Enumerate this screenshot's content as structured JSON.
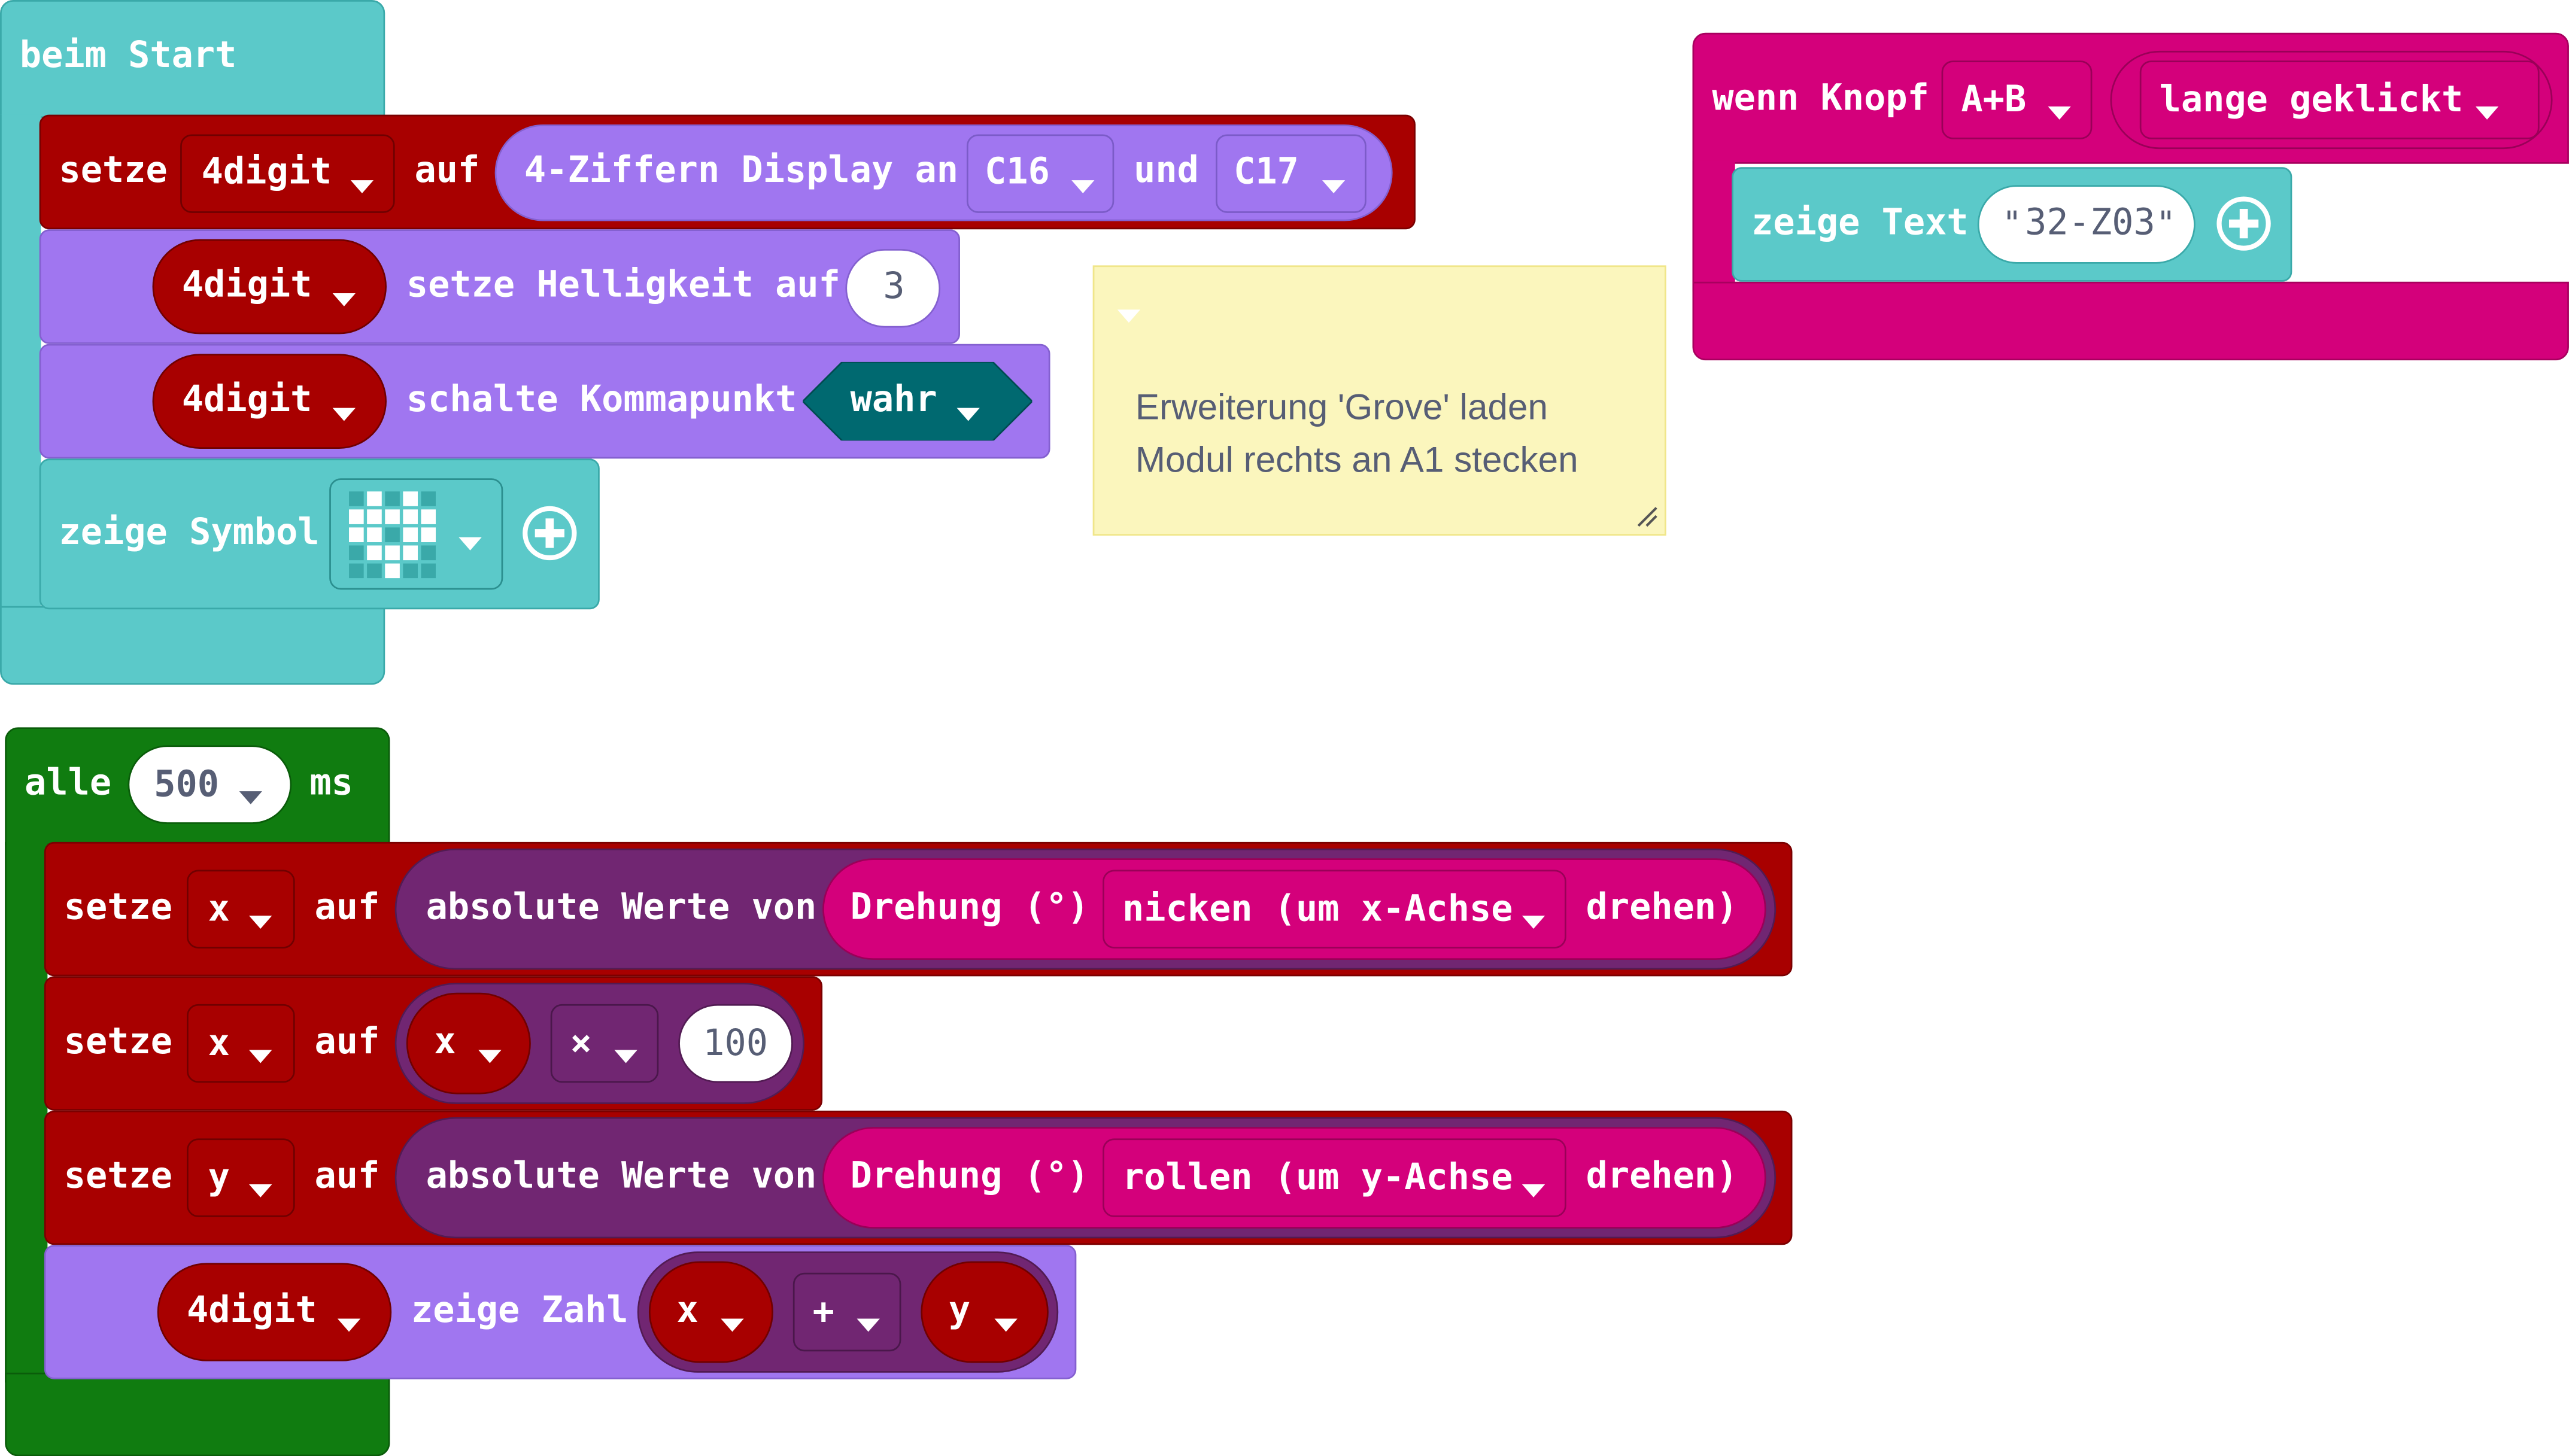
{
  "colors": {
    "basic": "#5bc9c9",
    "variables": "#a80000",
    "grove": "#a076f0",
    "grove_dark": "#8b5fe0",
    "input": "#d4007b",
    "math": "#712672",
    "loops": "#107c10",
    "logic_bool": "#006970",
    "note_bg": "#fbf6bd"
  },
  "on_start": {
    "hat_label": "beim Start",
    "set_display": {
      "setze": "setze",
      "var": "4digit",
      "auf": "auf",
      "display_label": "4-Ziffern Display an",
      "pin1": "C16",
      "und": "und",
      "pin2": "C17"
    },
    "brightness": {
      "var": "4digit",
      "label": "setze Helligkeit auf",
      "value": "3"
    },
    "point": {
      "var": "4digit",
      "label": "schalte Kommapunkt",
      "value": "wahr"
    },
    "show_icon": {
      "label": "zeige Symbol",
      "icon": "led-pattern"
    }
  },
  "comment": {
    "line1": "Erweiterung 'Grove' laden",
    "line2": "Modul rechts an A1 stecken"
  },
  "on_button": {
    "wenn": "wenn Knopf",
    "button": "A+B",
    "event": "lange geklickt",
    "show_text": {
      "label": "zeige Text",
      "value": "32-Z03",
      "quote_open": "\"",
      "quote_close": "\""
    }
  },
  "every": {
    "alle": "alle",
    "interval": "500",
    "ms": "ms",
    "set_x_rot": {
      "setze": "setze",
      "var": "x",
      "auf": "auf",
      "abs_label": "absolute Werte von",
      "rotation_label": "Drehung (°)",
      "axis": "nicken (um x-Achse",
      "drehen": "drehen)"
    },
    "set_x_mult": {
      "setze": "setze",
      "var": "x",
      "auf": "auf",
      "left": "x",
      "op": "×",
      "right": "100"
    },
    "set_y_rot": {
      "setze": "setze",
      "var": "y",
      "auf": "auf",
      "abs_label": "absolute Werte von",
      "rotation_label": "Drehung (°)",
      "axis": "rollen (um y-Achse",
      "drehen": "drehen)"
    },
    "show_number": {
      "var": "4digit",
      "label": "zeige Zahl",
      "left": "x",
      "op": "+",
      "right": "y"
    }
  }
}
